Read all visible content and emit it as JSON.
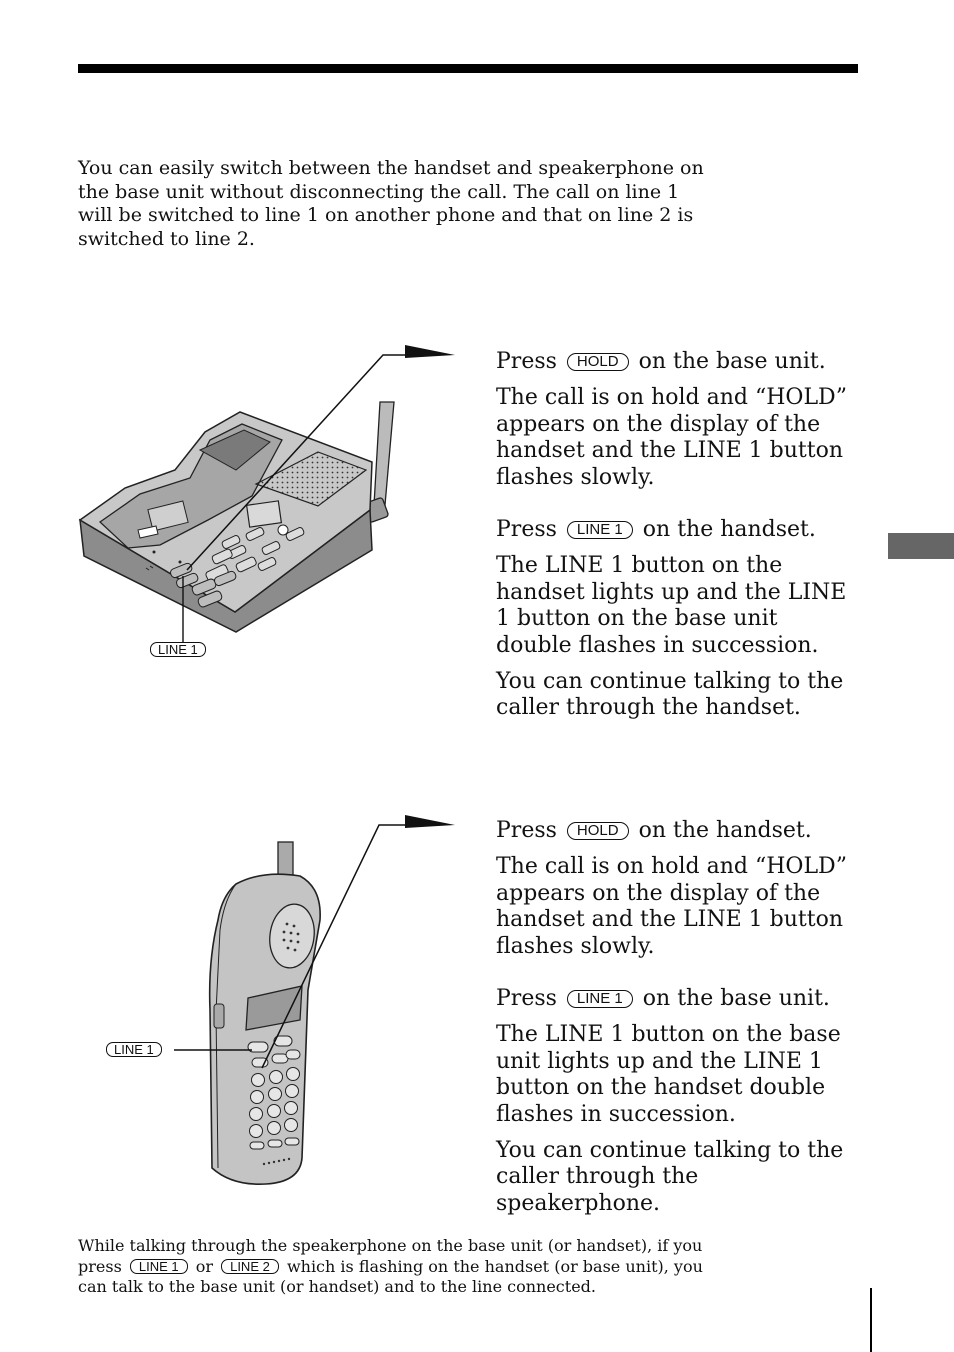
{
  "intro": {
    "text": "You can easily switch between the handset and speakerphone on the base unit without disconnecting the call. The call on line 1 will be switched to line 1 on another phone and that on line 2 is switched to line 2."
  },
  "section1": {
    "callout_label": "LINE 1",
    "step1": {
      "prefix": "Press",
      "key": "HOLD",
      "suffix": "on the base unit.",
      "desc": "The call is on hold and “HOLD” appears on the display of the handset and the LINE 1 button flashes slowly."
    },
    "step2": {
      "prefix": "Press",
      "key": "LINE 1",
      "suffix": "on the handset.",
      "desc": "The LINE 1 button on the handset lights up and the LINE 1 button on the base unit double flashes in succession.",
      "desc2": "You can continue talking to the caller through the handset."
    }
  },
  "section2": {
    "callout_label": "LINE 1",
    "step1": {
      "prefix": "Press",
      "key": "HOLD",
      "suffix": "on the handset.",
      "desc": "The call is on hold and “HOLD” appears on the display of the handset and the LINE 1 button flashes slowly."
    },
    "step2": {
      "prefix": "Press",
      "key": "LINE 1",
      "suffix": "on the base unit.",
      "desc": "The LINE 1 button on the base unit lights up and the LINE 1 button on the handset double flashes in succession.",
      "desc2": "You can continue talking to the caller through the speakerphone."
    }
  },
  "note": {
    "part1": "While talking through the speakerphone on the base unit (or handset), if you press",
    "key1": "LINE 1",
    "part2": "or",
    "key2": "LINE 2",
    "part3": "which is flashing on the handset (or base unit), you can talk to the base unit (or handset) and to the line connected."
  }
}
